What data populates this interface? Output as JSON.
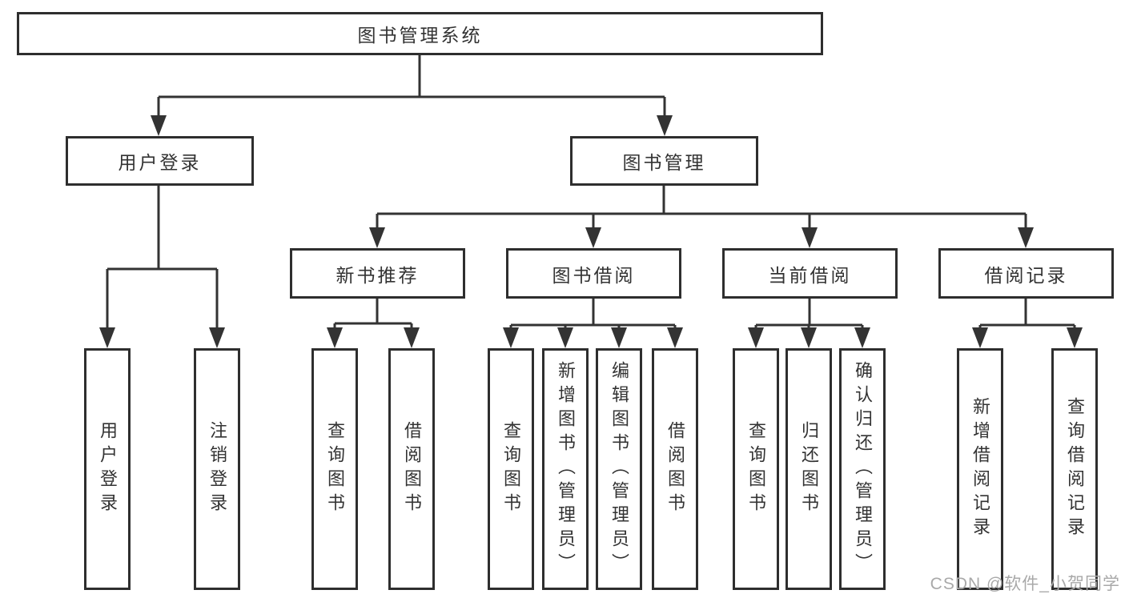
{
  "diagram": {
    "type": "hierarchy-tree",
    "title": "图书管理系统",
    "colors": {
      "line": "#333333",
      "box_border": "#2e2e2e",
      "box_fill": "#ffffff",
      "text": "#333333",
      "watermark": "#a9a9a9"
    },
    "nodes": {
      "root": "图书管理系统",
      "user_login": "用户登录",
      "book_management": "图书管理",
      "new_book_recommend": "新书推荐",
      "book_borrow": "图书借阅",
      "current_borrow": "当前借阅",
      "borrow_records": "借阅记录",
      "leaf_user_login": "用户登录",
      "leaf_logout": "注销登录",
      "rec_query_books": "查询图书",
      "rec_borrow_books": "借阅图书",
      "bor_query_books": "查询图书",
      "bor_add_books": "新增图书（管理员）",
      "bor_edit_books": "编辑图书（管理员）",
      "bor_borrow_books": "借阅图书",
      "cur_query_books": "查询图书",
      "cur_return_books": "归还图书",
      "cur_confirm_return": "确认归还（管理员）",
      "recd_add_record": "新增借阅记录",
      "recd_query_record": "查询借阅记录"
    },
    "watermark": "CSDN @软件_小贺同学"
  }
}
